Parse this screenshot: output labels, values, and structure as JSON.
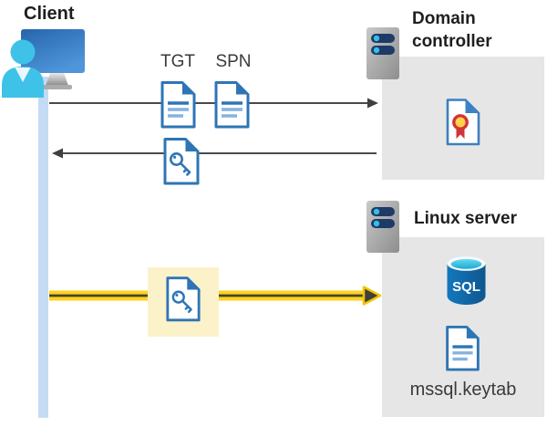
{
  "labels": {
    "client": "Client",
    "tgt": "TGT",
    "spn": "SPN",
    "domain_controller": "Domain controller",
    "linux_server": "Linux server",
    "sql": "SQL",
    "keytab_file": "mssql.keytab"
  },
  "colors": {
    "document_blue": "#2E75B6",
    "document_line_light_blue": "#85B3E0",
    "arrow_gray": "#454545",
    "kerberos_arrow_yellow": "#FFD21E",
    "highlight_background": "#FBF2CA",
    "zone_background": "#E6E6E6",
    "lifeline_blue": "#C5DBF4",
    "certificate_red": "#D13438",
    "certificate_gold": "#FFD24C",
    "sql_database_blue": "#1268B3",
    "sql_top_cyan": "#35C4E6",
    "server_pill_navy": "#1E3A66",
    "server_dot_cyan": "#35BFE5",
    "user_cyan": "#3FC2E7"
  },
  "icons": [
    "client-computer-icon",
    "client-lifeline",
    "request-arrow",
    "response-arrow",
    "kerberos-ticket-arrow",
    "tgt-document-icon",
    "spn-document-icon",
    "key-ticket-document-icon",
    "ticket-highlight-box",
    "server-icon",
    "certificate-icon",
    "sql-database-icon",
    "keytab-document-icon"
  ]
}
